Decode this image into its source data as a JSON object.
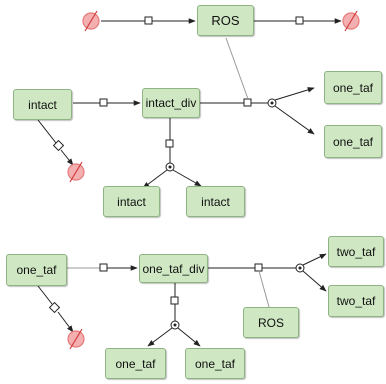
{
  "nodes": {
    "ros_top": "ROS",
    "intact": "intact",
    "intact_div": "intact_div",
    "one_taf_a": "one_taf",
    "one_taf_b": "one_taf",
    "intact_out1": "intact",
    "intact_out2": "intact",
    "one_taf_src": "one_taf",
    "one_taf_div": "one_taf_div",
    "two_taf_a": "two_taf",
    "two_taf_b": "two_taf",
    "ros_bottom": "ROS",
    "one_taf_out1": "one_taf",
    "one_taf_out2": "one_taf"
  },
  "colors": {
    "node_fill": "#cfe8c3",
    "node_border": "#8fb483",
    "empty_set": "#e77a7a",
    "edge": "#222222",
    "modifier": "#9a9a9a"
  },
  "icons": {
    "source_sink": "empty-set-icon",
    "process": "process-square-icon",
    "association": "association-circle-icon"
  }
}
